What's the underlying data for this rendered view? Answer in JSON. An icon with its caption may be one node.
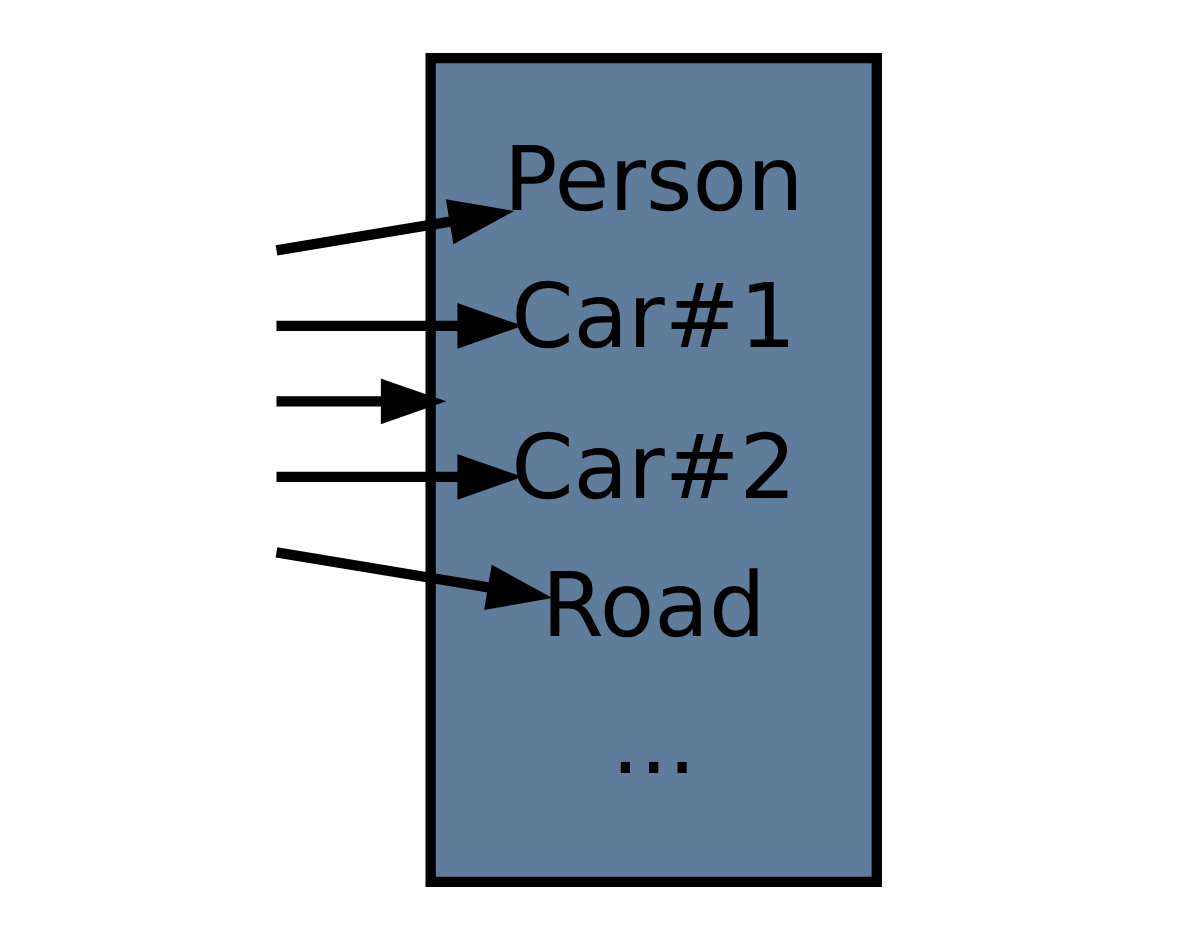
{
  "diagram": {
    "nodes": [
      {
        "text": [],
        "shape": "box"
      },
      {
        "text": [
          "Person"
        ],
        "in": 0
      },
      {
        "text": [
          "Car#1"
        ],
        "in": 0
      },
      {
        "text": [
          "Car#2"
        ],
        "in": 0
      },
      {
        "text": [
          "Road"
        ],
        "in": 0
      },
      {
        "text": [
          "..."
        ],
        "in": 0
      }
    ],
    "edges": [
      {
        "from": null,
        "to": 1,
        "arrow": "to"
      },
      {
        "from": null,
        "to": 2,
        "arrow": "to"
      },
      {
        "from": null,
        "to": 0,
        "arrow": "to"
      },
      {
        "from": null,
        "to": 3,
        "arrow": "to"
      },
      {
        "from": null,
        "to": 4,
        "arrow": "to"
      }
    ]
  }
}
